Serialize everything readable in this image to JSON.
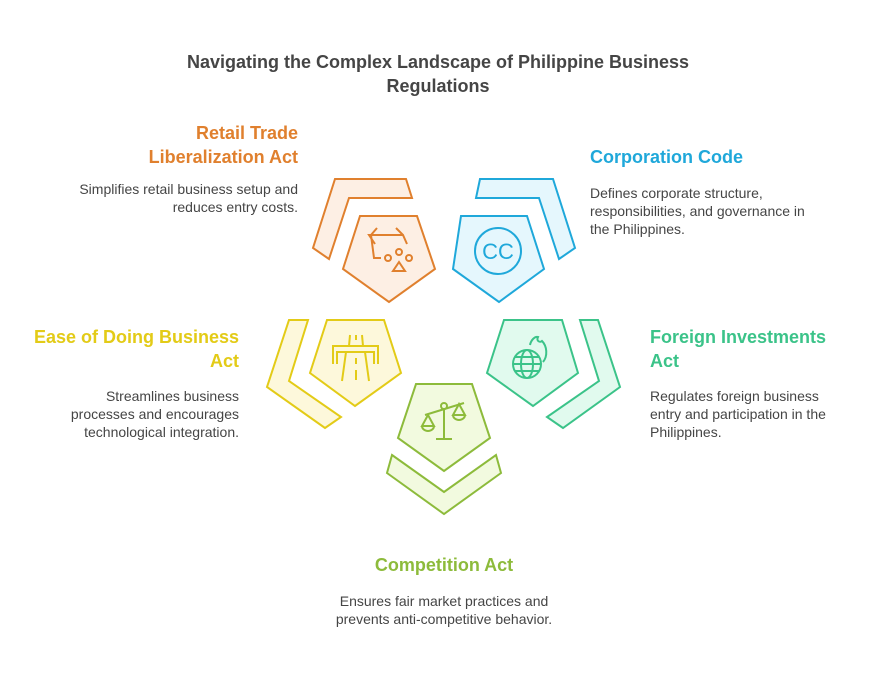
{
  "title": "Navigating the Complex Landscape of Philippine Business Regulations",
  "colors": {
    "retail": {
      "stroke": "#E0802E",
      "fill": "#FDEFE4"
    },
    "corporation": {
      "stroke": "#1FA8DA",
      "fill": "#E5F7FD"
    },
    "ease": {
      "stroke": "#E3CB17",
      "fill": "#FDF8DB"
    },
    "foreign": {
      "stroke": "#3BC389",
      "fill": "#E1FAEE"
    },
    "competition": {
      "stroke": "#8DBB3B",
      "fill": "#F2FADF"
    }
  },
  "items": {
    "retail": {
      "heading": "Retail Trade Liberalization Act",
      "description": "Simplifies retail business setup and reduces entry costs.",
      "icon": "shopping-basket-icon"
    },
    "corporation": {
      "heading": "Corporation Code",
      "description": "Defines corporate structure, responsibilities, and governance in the Philippines.",
      "icon": "cc-circle-icon"
    },
    "ease": {
      "heading": "Ease of Doing Business Act",
      "description": "Streamlines business processes and encourages technological integration.",
      "icon": "highway-icon"
    },
    "foreign": {
      "heading": "Foreign Investments Act",
      "description": "Regulates foreign business entry and participation in the Philippines.",
      "icon": "globe-flame-icon"
    },
    "competition": {
      "heading": "Competition Act",
      "description": "Ensures fair market practices and prevents anti-competitive behavior.",
      "icon": "scales-icon"
    }
  }
}
